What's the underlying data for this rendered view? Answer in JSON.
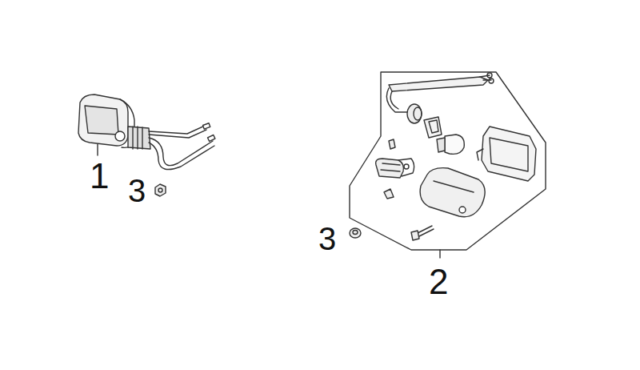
{
  "diagram": {
    "labels": [
      "1",
      "3",
      "3",
      "2"
    ]
  }
}
